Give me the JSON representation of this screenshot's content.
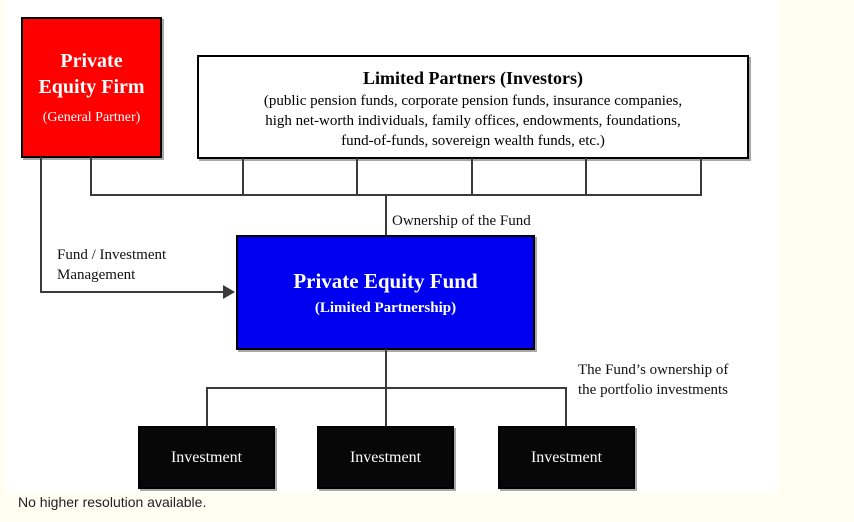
{
  "page": {
    "caption": "No higher resolution available."
  },
  "colors": {
    "page_bg": "#fffef2",
    "image_bg": "#ffffff",
    "gp_fill": "#fe0000",
    "fund_fill": "#0000f0",
    "investment_fill": "#070707",
    "line": "#3a3a3a",
    "box_border": "#000000",
    "caption_color": "#202122"
  },
  "diagram": {
    "gp_box": {
      "title_line1": "Private",
      "title_line2": "Equity Firm",
      "subtitle": "(General Partner)"
    },
    "lp_box": {
      "title": "Limited Partners (Investors)",
      "body_line1": "(public pension funds, corporate pension funds, insurance companies,",
      "body_line2": "high net-worth individuals, family offices, endowments, foundations,",
      "body_line3": "fund-of-funds, sovereign wealth funds, etc.)"
    },
    "fund_box": {
      "title": "Private Equity Fund",
      "subtitle": "(Limited Partnership)"
    },
    "labels": {
      "ownership": "Ownership of the Fund",
      "management_line1": "Fund / Investment",
      "management_line2": "Management",
      "portfolio_line1": "The Fund’s ownership of",
      "portfolio_line2": "the portfolio investments"
    },
    "investments": [
      {
        "label": "Investment"
      },
      {
        "label": "Investment"
      },
      {
        "label": "Investment"
      }
    ]
  }
}
